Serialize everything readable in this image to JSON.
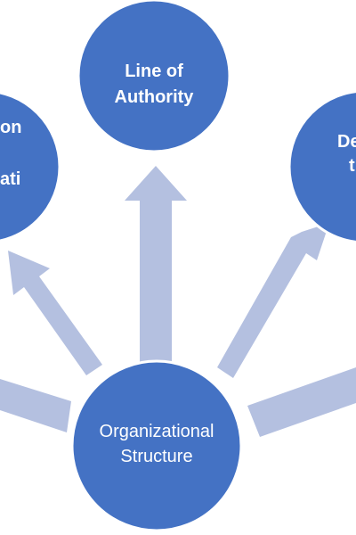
{
  "colors": {
    "node_fill": "#4472C4",
    "node_stroke": "#FFFFFF",
    "arrow_fill": "#B4C0E0",
    "text": "#FFFFFF",
    "background": "#FFFFFF"
  },
  "center": {
    "lines": [
      "Organizational",
      "Structure"
    ]
  },
  "outer_nodes": [
    {
      "id": "top",
      "lines": [
        "Line of",
        "Authority"
      ]
    },
    {
      "id": "upper-left",
      "lines": [
        "on",
        "",
        "ati"
      ]
    },
    {
      "id": "upper-right",
      "lines": [
        "De",
        "t"
      ]
    }
  ]
}
